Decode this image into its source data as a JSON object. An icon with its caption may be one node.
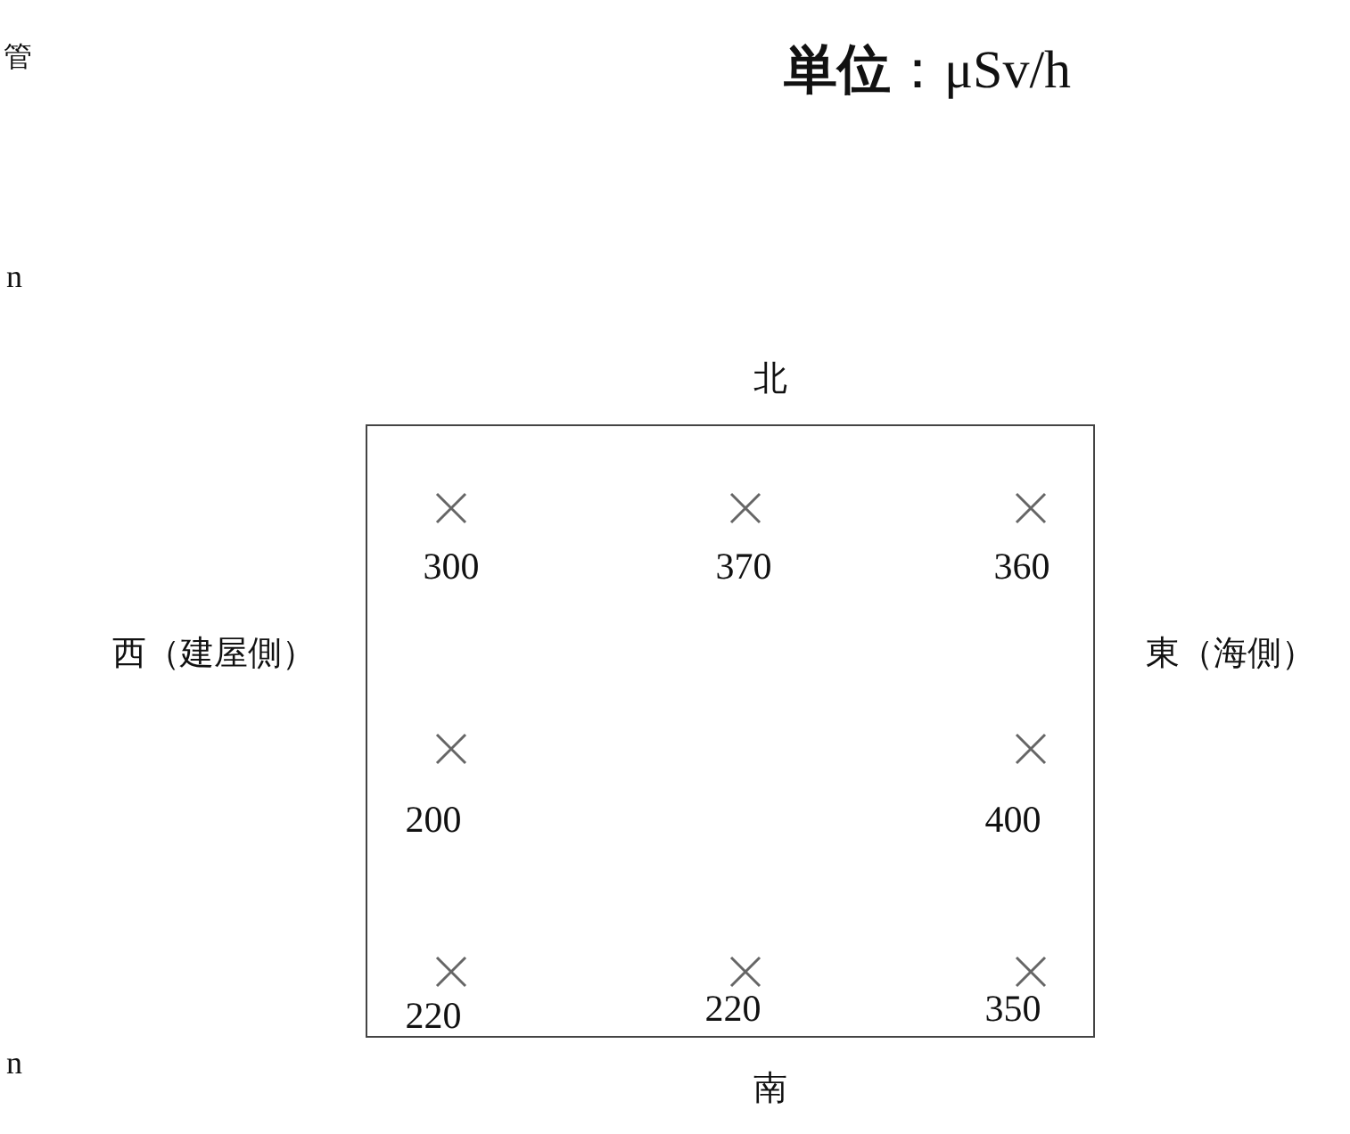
{
  "diagram": {
    "title": "**単位**：μSv/h",
    "nodes": [
      {
        "text": [],
        "shape": "box"
      }
    ],
    "labels": [
      "管",
      "n",
      "北",
      "300",
      "370",
      "360",
      "西（建屋側）",
      "200",
      "東（海側）",
      "400",
      "220",
      "220",
      "350",
      "n",
      "南"
    ]
  }
}
